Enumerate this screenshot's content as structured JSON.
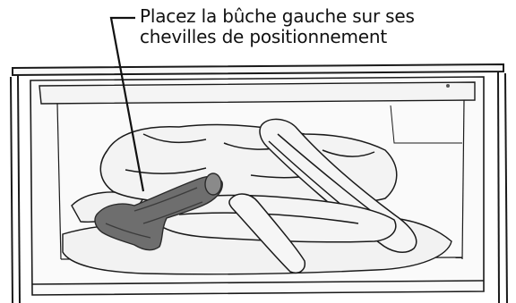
{
  "callout": {
    "line1": "Placez la bûche gauche sur ses",
    "line2": "chevilles de positionnement"
  },
  "colors": {
    "ink": "#1a1a1a",
    "log_fill": "#f2f2f2",
    "left_log": "#6e6e6e",
    "left_log_dark": "#3c3c3c",
    "frame_inner": "#f7f7f7",
    "background": "#ffffff"
  },
  "icons": [
    "fireplace-frame",
    "log-set",
    "leader-line"
  ]
}
